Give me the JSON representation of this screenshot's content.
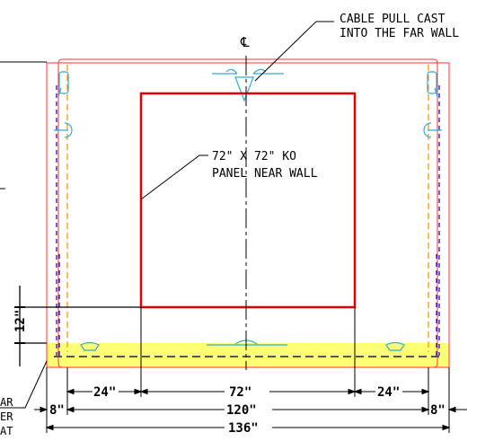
{
  "notes": {
    "cable_pull_line1": "CABLE PULL CAST",
    "cable_pull_line2": "INTO THE FAR WALL",
    "ko_line1": "72\" X 72\" KO",
    "ko_line2": "PANEL NEAR WALL",
    "centerline_symbol": "℄",
    "left_note_line1": "AR",
    "left_note_line2": "ER",
    "left_note_line3": "AT"
  },
  "dimensions": {
    "d24_left": "24\"",
    "d72": "72\"",
    "d24_right": "24\"",
    "d8_left": "8\"",
    "d120": "120\"",
    "d8_right": "8\"",
    "d136": "136\"",
    "d12": "12\""
  },
  "colors": {
    "outline": "#ff3333",
    "ko_panel": "#e00000",
    "highlight": "#ffff66",
    "hidden_orange": "#ff9900",
    "hidden_blue": "#0000cc",
    "cast_in": "#33aacc"
  }
}
